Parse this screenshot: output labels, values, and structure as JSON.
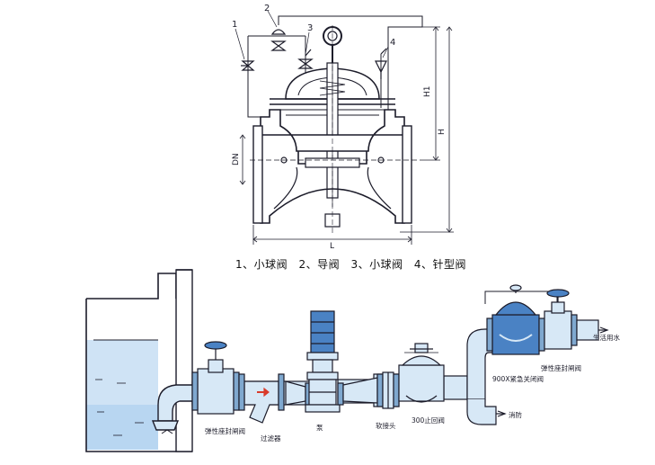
{
  "colors": {
    "line": "#1c1c2a",
    "water": "#cfe3f5",
    "water_deep": "#a9cdee",
    "pipe": "#d7e8f6",
    "pipe_dark": "#7fa8cf",
    "valve_blue": "#4a82c4",
    "accent_red": "#d93a2a"
  },
  "top_drawing": {
    "callouts": [
      "1",
      "2",
      "3",
      "4"
    ],
    "dimensions": {
      "h1": "H1",
      "h": "H",
      "dn": "DN",
      "l": "L"
    },
    "legend": [
      "1、小球阀",
      "2、导阀",
      "3、小球阀",
      "4、针型阀"
    ]
  },
  "bottom_drawing": {
    "labels": {
      "gate_valve": "弹性座封闸阀",
      "filter": "过滤器",
      "pump": "泵",
      "flex_joint": "软接头",
      "check_valve": "300止回阀",
      "emergency_valve": "900X紧急关闭阀",
      "gate_valve_2": "弹性座封闸阀",
      "outlet_domestic": "生活用水",
      "outlet_fire": "消防"
    }
  }
}
